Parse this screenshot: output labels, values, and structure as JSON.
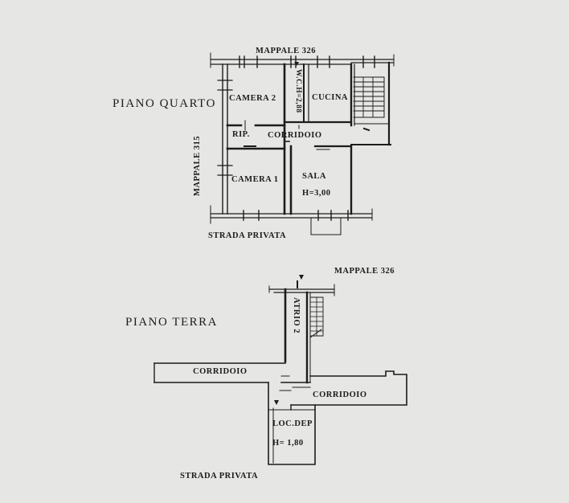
{
  "upper_floor": {
    "title": "PIANO QUARTO",
    "top_neighbor": "MAPPALE 326",
    "left_neighbor": "MAPPALE 315",
    "bottom_street": "STRADA PRIVATA",
    "rooms": {
      "camera2": "CAMERA 2",
      "wc": "W.C.H=2,88",
      "cucina": "CUCINA",
      "rip": "RIP.",
      "corridoio": "CORRIDOIO",
      "camera1": "CAMERA 1",
      "sala": "SALA",
      "sala_height": "H=3,00"
    }
  },
  "ground_floor": {
    "title": "PIANO TERRA",
    "top_neighbor": "MAPPALE 326",
    "bottom_street": "STRADA PRIVATA",
    "rooms": {
      "atrio": "ATRIO 2",
      "corridoio_left": "CORRIDOIO",
      "corridoio_right": "CORRIDOIO",
      "loc_dep": "LOC.DEP",
      "loc_dep_height": "H= 1,80"
    }
  },
  "colors": {
    "paper": "#e6e6e4",
    "ink": "#1c1c1c"
  }
}
